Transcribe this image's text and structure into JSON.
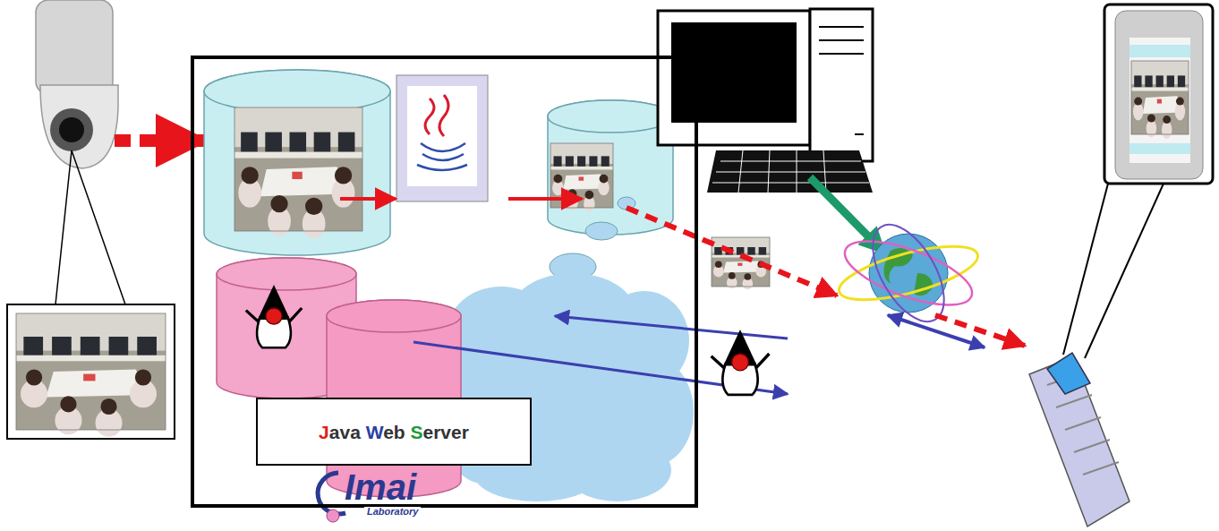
{
  "diagram": {
    "nodes": [
      {
        "text": [
          "Imai",
          "Laboratory"
        ]
      },
      {
        "text": [
          "Java Web Server"
        ],
        "in": 0
      }
    ]
  }
}
